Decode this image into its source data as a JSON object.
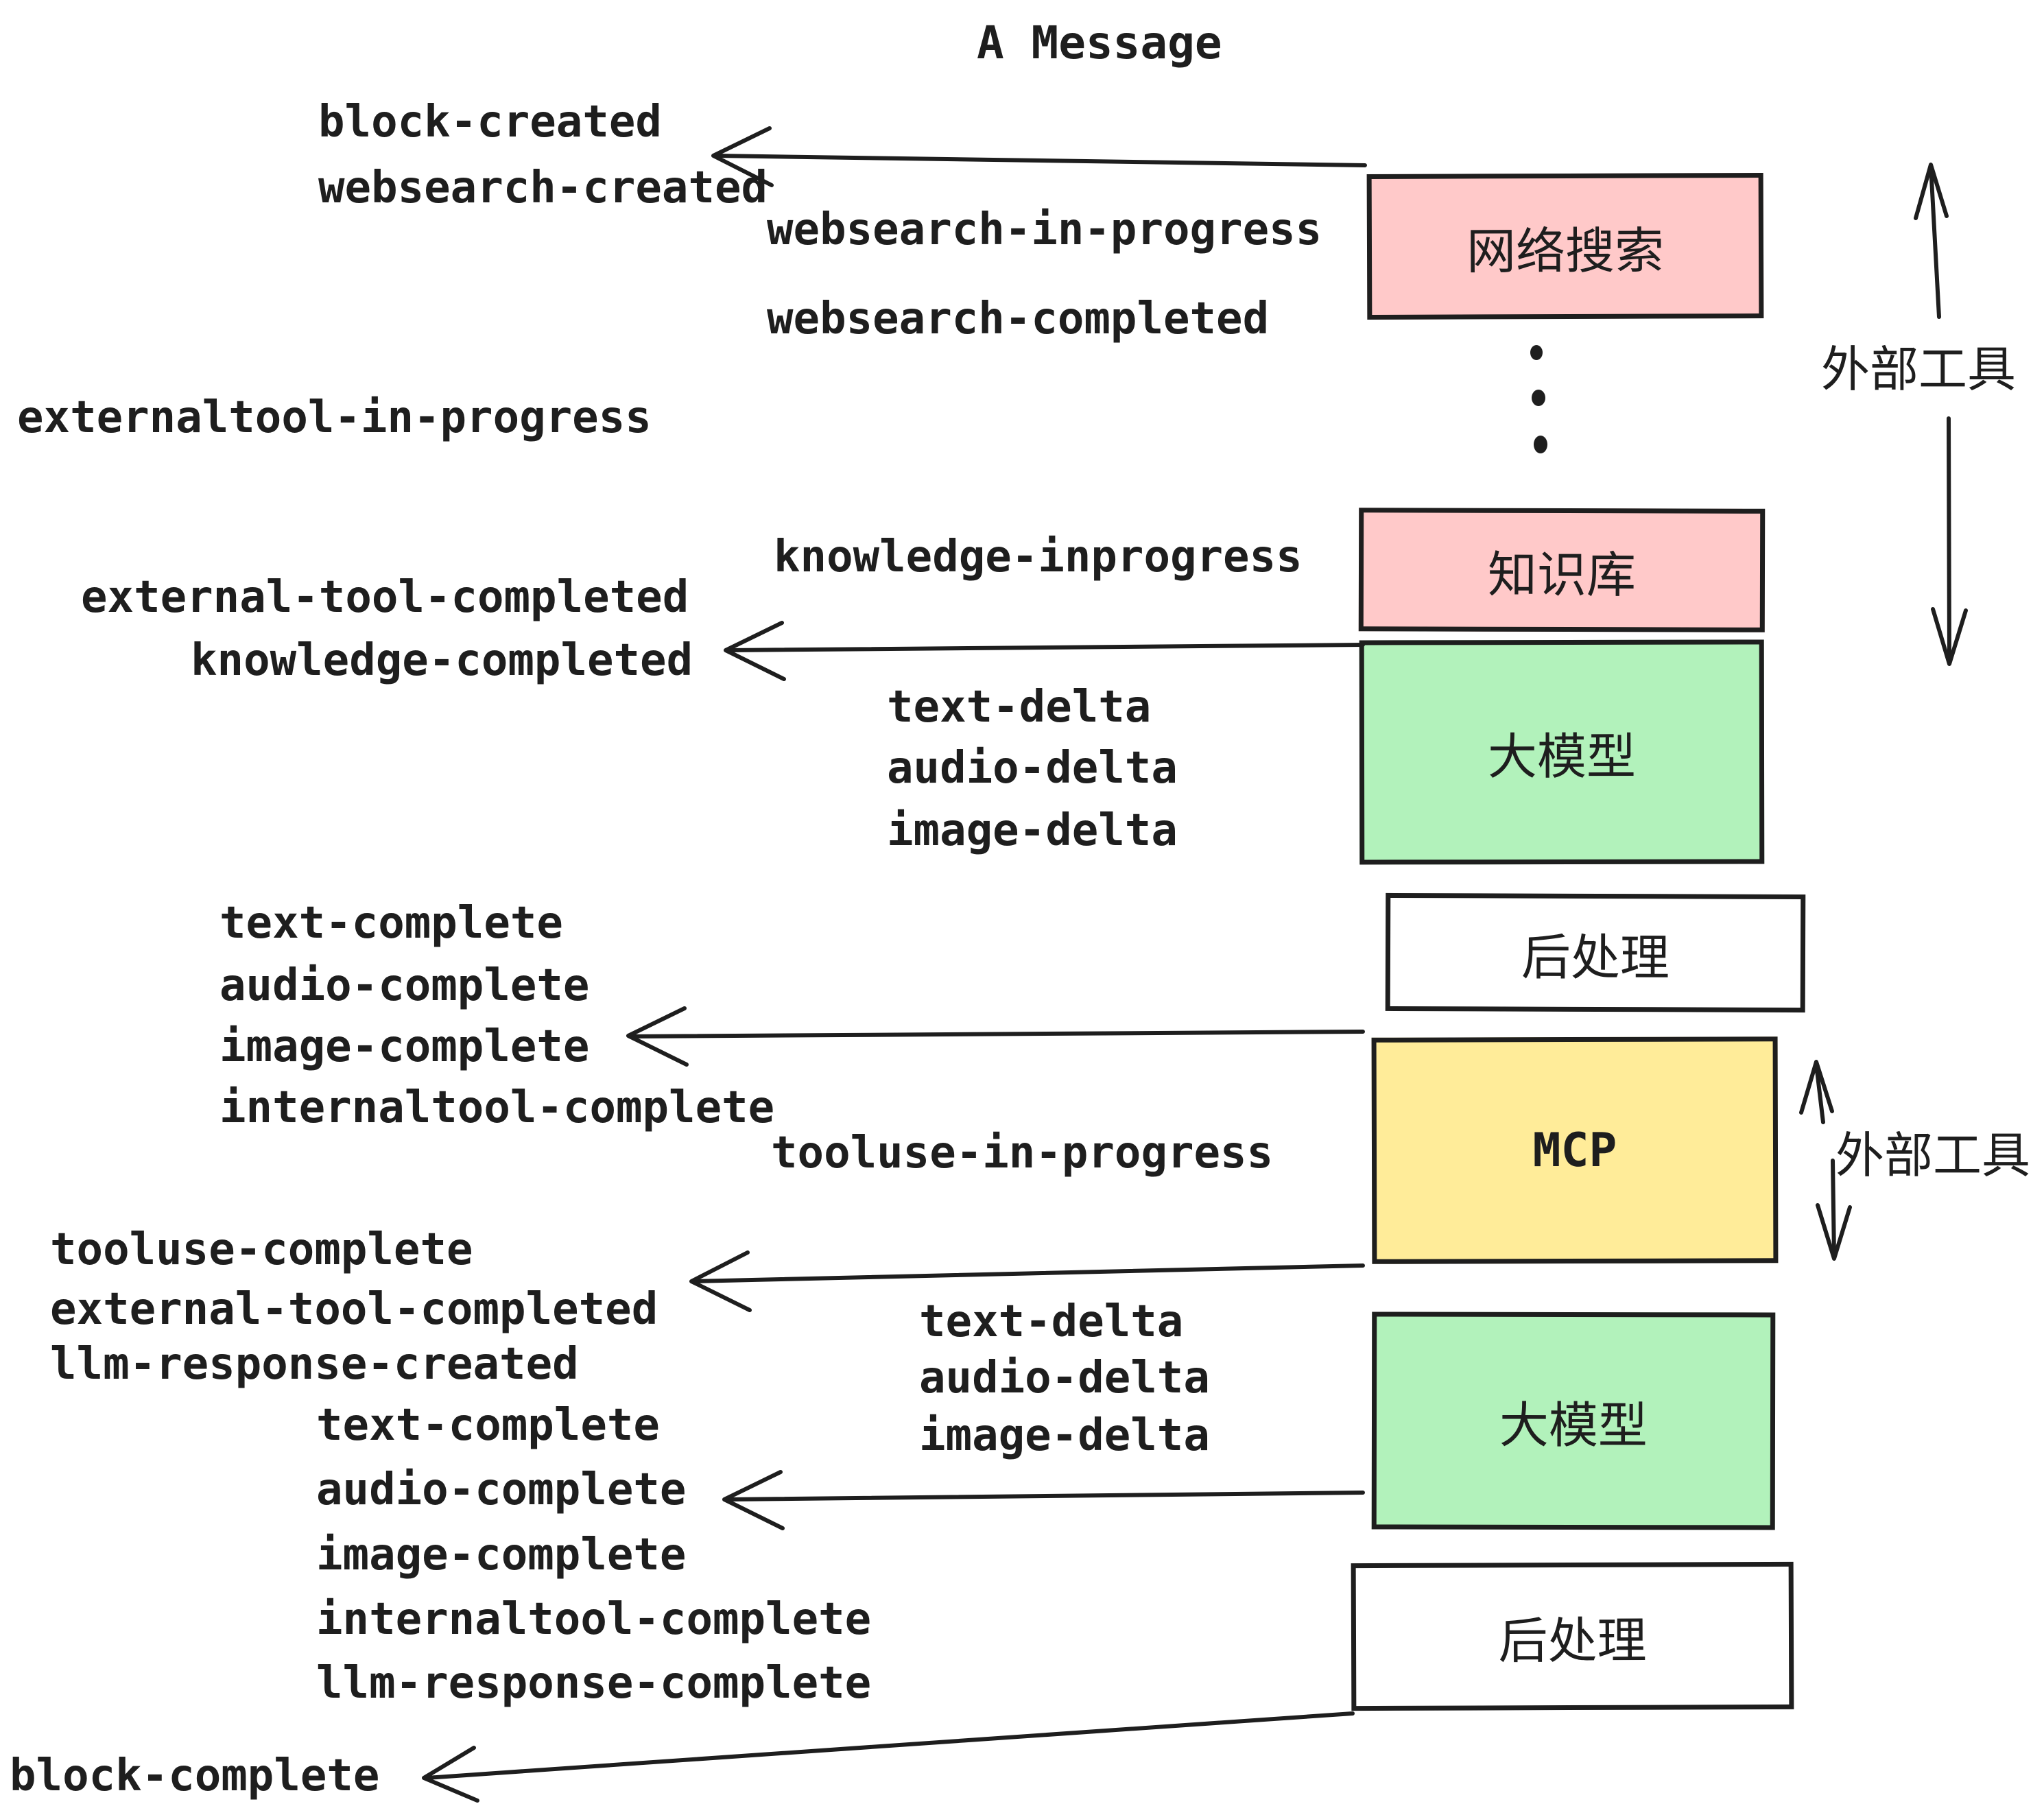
{
  "title": "A Message",
  "events": {
    "block_created": "block-created",
    "websearch_created": "websearch-created",
    "websearch_in_progress": "websearch-in-progress",
    "websearch_completed": "websearch-completed",
    "externaltool_in_progress": "externaltool-in-progress",
    "knowledge_inprogress": "knowledge-inprogress",
    "external_tool_completed_1": "external-tool-completed",
    "knowledge_completed": "knowledge-completed",
    "text_delta_1": "text-delta",
    "audio_delta_1": "audio-delta",
    "image_delta_1": "image-delta",
    "text_complete_1": "text-complete",
    "audio_complete_1": "audio-complete",
    "image_complete_1": "image-complete",
    "internaltool_complete_1": "internaltool-complete",
    "tooluse_in_progress": "tooluse-in-progress",
    "tooluse_complete": "tooluse-complete",
    "external_tool_completed_2": "external-tool-completed",
    "llm_response_created": "llm-response-created",
    "text_complete_2": "text-complete",
    "audio_complete_2": "audio-complete",
    "image_complete_2": "image-complete",
    "internaltool_complete_2": "internaltool-complete",
    "llm_response_complete": "llm-response-complete",
    "block_complete": "block-complete",
    "text_delta_2": "text-delta",
    "audio_delta_2": "audio-delta",
    "image_delta_2": "image-delta"
  },
  "boxes": {
    "websearch": "网络搜索",
    "knowledge": "知识库",
    "llm_1": "大模型",
    "post_1": "后处理",
    "mcp": "MCP",
    "llm_2": "大模型",
    "post_2": "后处理"
  },
  "side_labels": {
    "external_tools_1": "外部工具",
    "external_tools_2": "外部工具"
  },
  "colors": {
    "pink": "#ffc9c9",
    "green": "#b2f2bb",
    "yellow": "#ffec99",
    "white": "#ffffff",
    "ink": "#1e1e1e"
  }
}
